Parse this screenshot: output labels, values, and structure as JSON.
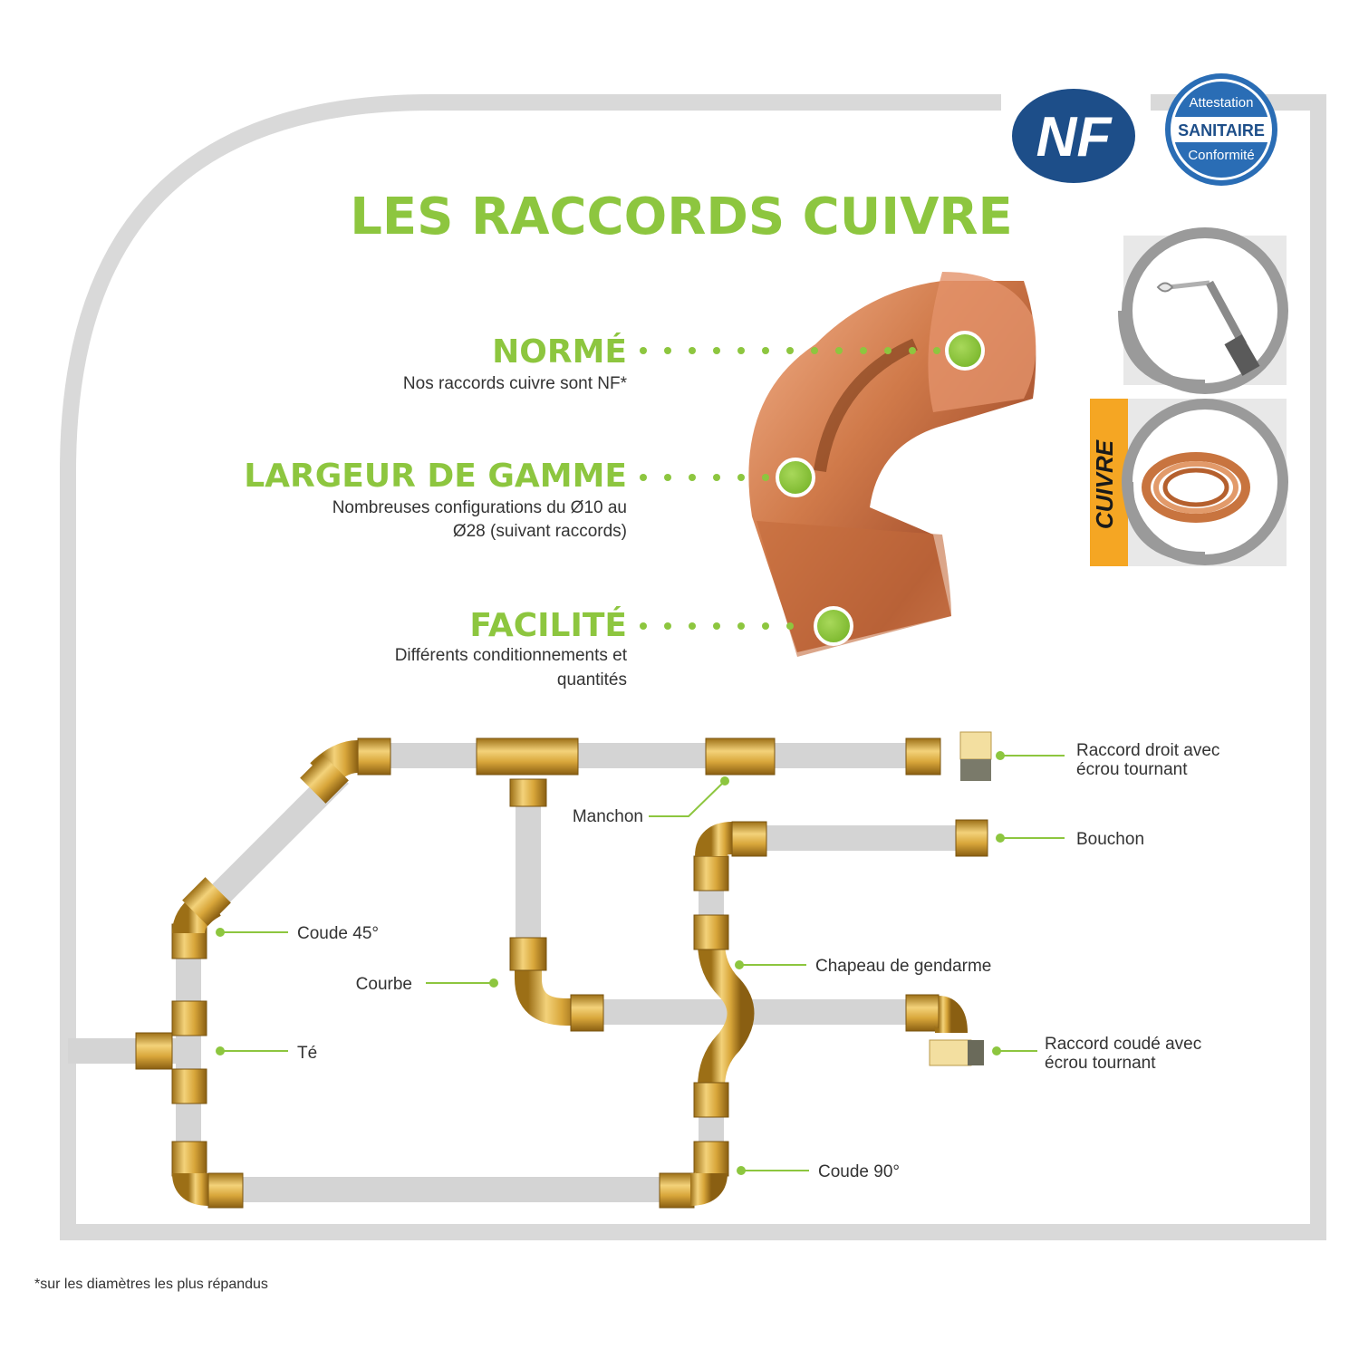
{
  "title": "LES RACCORDS CUIVRE",
  "badges": {
    "nf": "NF",
    "sanitaire_top": "Attestation",
    "sanitaire_middle": "SANITAIRE",
    "sanitaire_bottom": "Conformité"
  },
  "side_icons": {
    "material_label": "CUIVRE",
    "top_icon": "torch-icon",
    "bottom_icon": "copper-coil-icon"
  },
  "features": [
    {
      "title": "NORMÉ",
      "desc_lines": [
        "Nos raccords cuivre sont NF*"
      ]
    },
    {
      "title": "LARGEUR DE GAMME",
      "desc_lines": [
        "Nombreuses configurations du Ø10 au",
        "Ø28 (suivant raccords)"
      ]
    },
    {
      "title": "FACILITÉ",
      "desc_lines": [
        "Différents conditionnements et",
        "quantités"
      ]
    }
  ],
  "diagram_labels": {
    "raccord_droit": [
      "Raccord droit avec",
      "écrou tournant"
    ],
    "bouchon": [
      "Bouchon"
    ],
    "manchon": [
      "Manchon"
    ],
    "coude45": [
      "Coude 45°"
    ],
    "chapeau": [
      "Chapeau de gendarme"
    ],
    "courbe": [
      "Courbe"
    ],
    "te": [
      "Té"
    ],
    "raccord_coude": [
      "Raccord coudé avec",
      "écrou tournant"
    ],
    "coude90": [
      "Coude 90°"
    ]
  },
  "footnote": "*sur les diamètres les plus répandus",
  "colors": {
    "accent_green": "#8dc63f",
    "frame_gray": "#d9d9d9",
    "pipe_gray": "#d4d4d4",
    "brass": "#d6a73a",
    "copper": "#c87a4f",
    "nf_blue": "#1d4e89",
    "cuivre_orange": "#f5a623"
  }
}
